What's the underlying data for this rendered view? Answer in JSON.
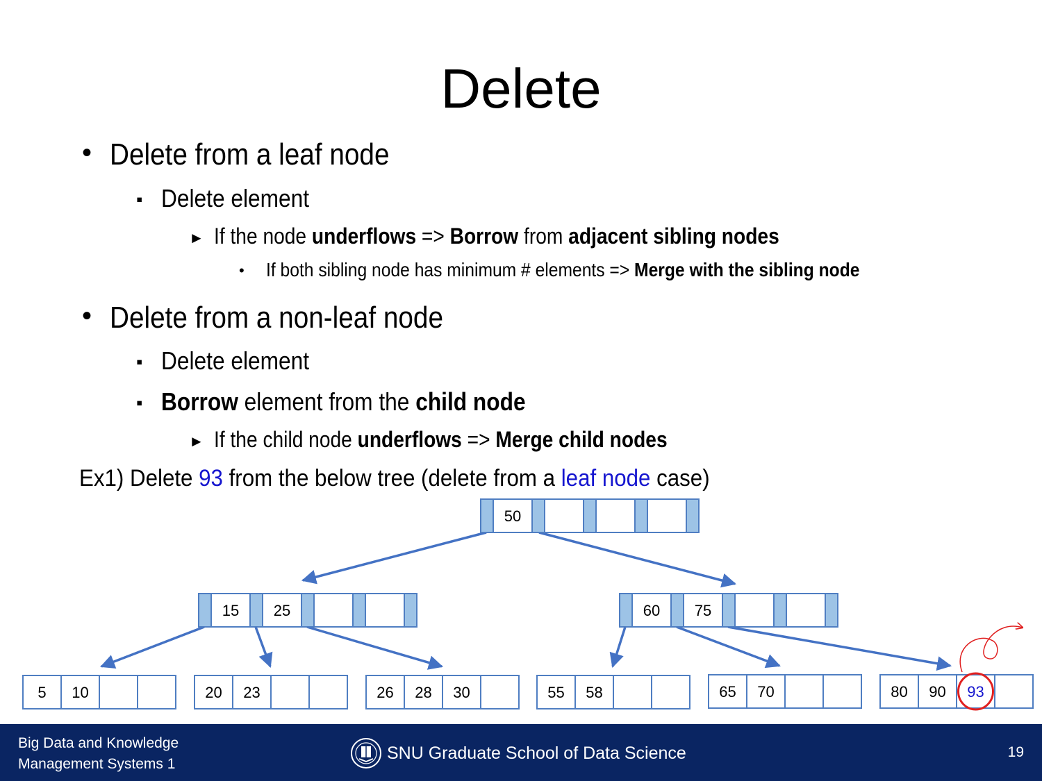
{
  "title": "Delete",
  "bullets": {
    "b1": "Delete from a leaf node",
    "b1_1": "Delete element",
    "b1_1_1": {
      "t1": "If the node ",
      "t2": "underflows",
      "t3": " => ",
      "t4": "Borrow",
      "t5": " from ",
      "t6": "adjacent sibling nodes"
    },
    "b1_1_1_1": {
      "t1": "If both sibling node has minimum # elements => ",
      "t2": "Merge with the sibling node"
    },
    "b2": "Delete from a non-leaf node",
    "b2_1": "Delete element",
    "b2_2": {
      "t1": "Borrow",
      "t2": " element from the ",
      "t3": "child node"
    },
    "b2_2_1": {
      "t1": "If the child node ",
      "t2": "underflows",
      "t3": " => ",
      "t4": "Merge child nodes"
    }
  },
  "example": {
    "t1": "Ex1) Delete ",
    "t2": "93",
    "t3": " from the below tree (delete from a ",
    "t4": "leaf node",
    "t5": " case)"
  },
  "tree": {
    "root": [
      "50",
      "",
      "",
      ""
    ],
    "internal": [
      [
        "15",
        "25",
        "",
        ""
      ],
      [
        "60",
        "75",
        "",
        ""
      ]
    ],
    "leaves": [
      [
        "5",
        "10",
        "",
        ""
      ],
      [
        "20",
        "23",
        "",
        ""
      ],
      [
        "26",
        "28",
        "30",
        ""
      ],
      [
        "55",
        "58",
        "",
        ""
      ],
      [
        "65",
        "70",
        "",
        ""
      ],
      [
        "80",
        "90",
        "93",
        ""
      ]
    ],
    "highlight_key": "93",
    "colors": {
      "node_border": "#4f7ec2",
      "pointer_fill": "#9dc3e6",
      "arrow": "#4472c4",
      "highlight": "#1515cf",
      "circle": "#e02020"
    }
  },
  "footer": {
    "left_line1": "Big Data and Knowledge",
    "left_line2": "Management Systems 1",
    "center": "SNU Graduate School of Data Science",
    "page": "19",
    "logo_icon": "snu-emblem-icon"
  }
}
